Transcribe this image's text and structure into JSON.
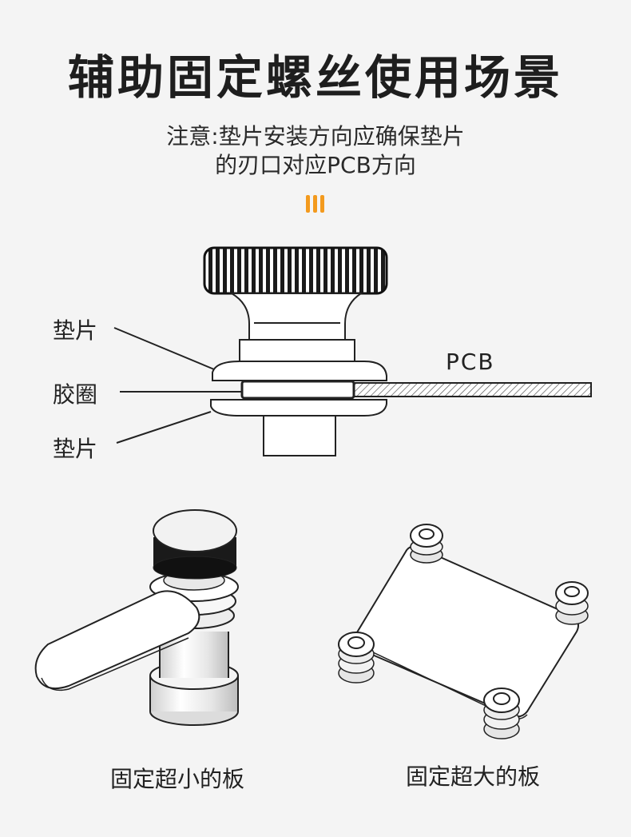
{
  "title": "辅助固定螺丝使用场景",
  "note_line1": "注意:垫片安装方向应确保垫片",
  "note_line2": "的刃口对应PCB方向",
  "accent_color": "#f39a1e",
  "diagram": {
    "label_washer_top": "垫片",
    "label_rubber_ring": "胶圈",
    "label_washer_bottom": "垫片",
    "label_pcb": "PCB"
  },
  "captions": {
    "small_board": "固定超小的板",
    "large_board": "固定超大的板"
  }
}
